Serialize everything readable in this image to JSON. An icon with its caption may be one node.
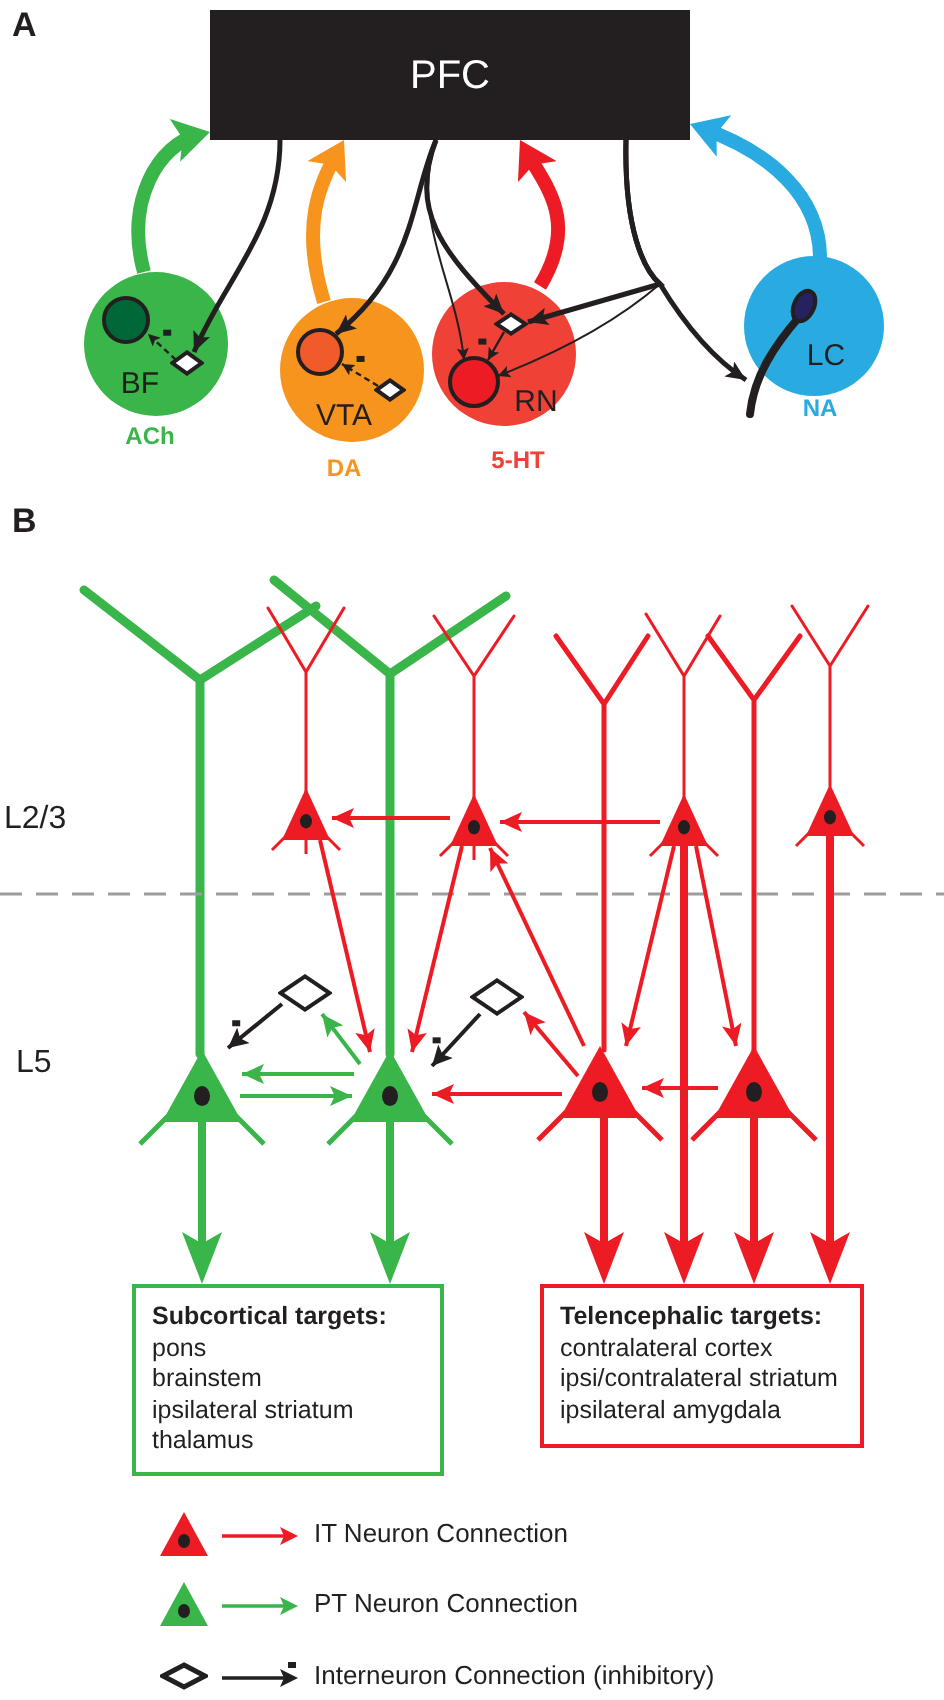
{
  "diagram": {
    "nodes": [
      {
        "text": [
          "PFC"
        ]
      },
      {
        "text": [
          "BF"
        ],
        "beside": [
          "ACh"
        ]
      },
      {
        "text": [],
        "shape": "circle",
        "in": 1
      },
      {
        "text": [],
        "shape": "diamond",
        "in": 1
      },
      {
        "text": [
          "VTA"
        ],
        "beside": [
          "DA"
        ]
      },
      {
        "text": [],
        "shape": "circle",
        "in": 4
      },
      {
        "text": [],
        "shape": "diamond",
        "in": 4
      },
      {
        "text": [
          "RN"
        ],
        "beside": [
          "5-HT"
        ]
      },
      {
        "text": [],
        "shape": "diamond",
        "in": 7
      },
      {
        "text": [],
        "shape": "circle",
        "in": 7
      },
      {
        "text": [
          "LC"
        ],
        "beside": [
          "NA"
        ]
      },
      {
        "text": [],
        "shape": "picture"
      },
      {
        "text": [],
        "shape": "triangle"
      },
      {
        "text": [],
        "shape": "triangle"
      },
      {
        "text": [],
        "shape": "triangle"
      },
      {
        "text": [],
        "shape": "triangle"
      },
      {
        "text": [],
        "shape": "diamond"
      },
      {
        "text": [],
        "shape": "diamond"
      },
      {
        "text": [],
        "shape": "triangle"
      },
      {
        "text": [],
        "shape": "triangle"
      },
      {
        "text": [],
        "shape": "triangle"
      },
      {
        "text": [],
        "shape": "triangle"
      },
      {
        "text": [
          "Subcortical targets:",
          "pons",
          "brainstem",
          "ipsilateral striatum",
          "thalamus"
        ]
      },
      {
        "text": [
          "Telencephalic targets:",
          "contralateral cortex",
          "ipsi/contralateral striatum",
          "ipsilateral amygdala"
        ]
      }
    ],
    "edges": [
      {
        "from": 1,
        "to": 0,
        "arrow": "to",
        "style": "thick",
        "color": "#39b54a"
      },
      {
        "from": 4,
        "to": 0,
        "arrow": "to",
        "style": "thick",
        "color": "#f7941d"
      },
      {
        "from": 7,
        "to": 0,
        "arrow": "to",
        "style": "thick"
      },
      {
        "from": 10,
        "to": 0,
        "arrow": "to",
        "style": "thick",
        "color": "#29abe2"
      },
      {
        "from": 0,
        "to": 3,
        "arrow": "to",
        "color": "#231f20"
      },
      {
        "from": 0,
        "to": 5,
        "arrow": "to",
        "color": "#231f20"
      },
      {
        "from": 0,
        "to": 8,
        "arrow": "to",
        "color": "#231f20"
      },
      {
        "from": 0,
        "to": 9,
        "arrow": "to",
        "color": "#231f20"
      },
      {
        "from": 0,
        "to": 8,
        "arrow": "to",
        "color": "#231f20"
      },
      {
        "from": 0,
        "to": 9,
        "arrow": "to",
        "color": "#231f20"
      },
      {
        "from": 0,
        "to": 11,
        "arrow": "to",
        "color": "#231f20"
      },
      {
        "from": 3,
        "to": 2,
        "arrow": "to",
        "style": "dashed",
        "color": "#231f20"
      },
      {
        "from": 6,
        "to": 5,
        "arrow": "to",
        "style": "dashed",
        "color": "#231f20"
      },
      {
        "from": 8,
        "to": 9,
        "arrow": "to",
        "color": "#231f20"
      },
      {
        "from": 13,
        "to": 12,
        "arrow": "to"
      },
      {
        "from": 14,
        "to": 13,
        "arrow": "to"
      },
      {
        "from": 12,
        "to": 19,
        "arrow": "to"
      },
      {
        "from": 13,
        "to": 19,
        "arrow": "to"
      },
      {
        "from": 20,
        "to": 13,
        "arrow": "to"
      },
      {
        "from": 14,
        "to": 20,
        "arrow": "to"
      },
      {
        "from": 14,
        "to": 23,
        "arrow": "to",
        "style": "thick"
      },
      {
        "from": 14,
        "to": 21,
        "arrow": "to"
      },
      {
        "from": 15,
        "to": 23,
        "arrow": "to",
        "style": "thick"
      },
      {
        "from": 18,
        "to": 22,
        "arrow": "to",
        "style": "thick",
        "color": "#39b54a"
      },
      {
        "from": 19,
        "to": 22,
        "arrow": "to",
        "style": "thick",
        "color": "#39b54a"
      },
      {
        "from": 20,
        "to": 23,
        "arrow": "to",
        "style": "thick"
      },
      {
        "from": 21,
        "to": 23,
        "arrow": "to",
        "style": "thick"
      },
      {
        "from": 19,
        "to": 18,
        "arrow": "to",
        "color": "#39b54a"
      },
      {
        "from": 18,
        "to": 19,
        "arrow": "to",
        "color": "#39b54a"
      },
      {
        "from": 19,
        "to": 16,
        "arrow": "to",
        "color": "#39b54a"
      },
      {
        "from": 16,
        "to": 18,
        "arrow": "to",
        "color": "#231f20"
      },
      {
        "from": 17,
        "to": 19,
        "arrow": "to",
        "color": "#231f20"
      },
      {
        "from": 20,
        "to": 17,
        "arrow": "to"
      },
      {
        "from": 20,
        "to": 19,
        "arrow": "to"
      },
      {
        "from": 21,
        "to": 20,
        "arrow": "to"
      }
    ],
    "labels": [
      "A",
      "B",
      "L2/3",
      "L5"
    ],
    "legend": [
      {
        "text": "IT Neuron Connection"
      },
      {
        "text": "PT Neuron Connection"
      },
      {
        "text": "Interneuron Connection (inhibitory)"
      }
    ]
  }
}
